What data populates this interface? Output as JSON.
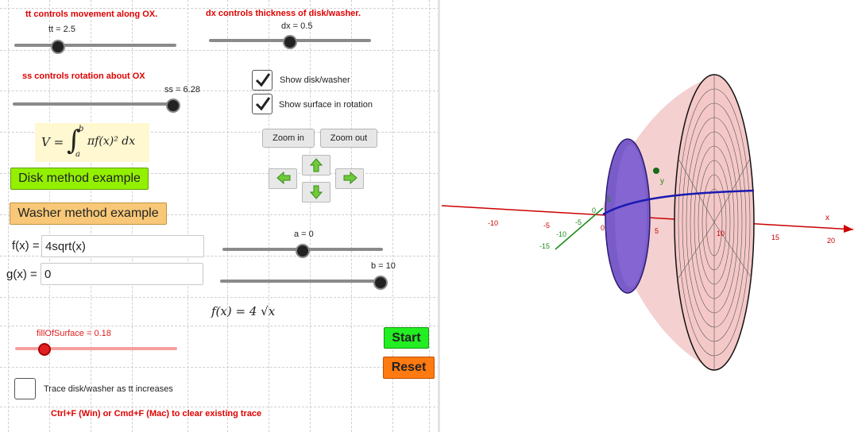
{
  "titles": {
    "tt": "tt controls movement along OX.",
    "dx": "dx controls thickness of disk/washer.",
    "ss": "ss controls rotation about OX",
    "clear": "Ctrl+F (Win) or Cmd+F (Mac) to clear existing trace"
  },
  "sliders": {
    "tt": {
      "label": "tt = 2.5",
      "value": 0.27
    },
    "dx": {
      "label": "dx = 0.5",
      "value": 0.5
    },
    "ss": {
      "label": "ss = 6.28",
      "value": 1.0
    },
    "a": {
      "label": "a = 0",
      "value": 0.5
    },
    "b": {
      "label": "b = 10",
      "value": 1.0
    },
    "fill": {
      "label": "fillOfSurface = 0.18",
      "value": 0.18
    }
  },
  "checkboxes": {
    "show_disk": {
      "label": "Show disk/washer",
      "checked": true
    },
    "show_surface": {
      "label": "Show surface in rotation",
      "checked": true
    },
    "trace": {
      "label": "Trace disk/washer as tt increases",
      "checked": false
    }
  },
  "formula": {
    "V": "V =",
    "lower": "a",
    "upper": "b",
    "integrand": "πf(x)² dx",
    "fx_display": "f(x) = 4 √x"
  },
  "buttons": {
    "disk": "Disk method example",
    "washer": "Washer method example",
    "zoom_in": "Zoom in",
    "zoom_out": "Zoom out",
    "start": "Start",
    "reset": "Reset"
  },
  "inputs": {
    "f_label": "f(x) =",
    "f_value": "4sqrt(x)",
    "g_label": "g(x) =",
    "g_value": "0"
  },
  "graph": {
    "x_axis_label": "x",
    "y_axis_label": "y",
    "ticks_x_neg": [
      "-10",
      "-5"
    ],
    "ticks_x_pos": [
      "5",
      "10",
      "15",
      "20"
    ],
    "tick_zero_a": "0",
    "tick_zero_b": "0",
    "tick_y_neg": [
      "-5",
      "-10",
      "-15"
    ],
    "tick_z_5": "5",
    "colors": {
      "x_axis": "#cc0000",
      "y_axis": "#1a8a1a",
      "z_axis": "#1a1ab0",
      "surface": "#f0c0c0",
      "disk": "#7a5cc8"
    }
  }
}
